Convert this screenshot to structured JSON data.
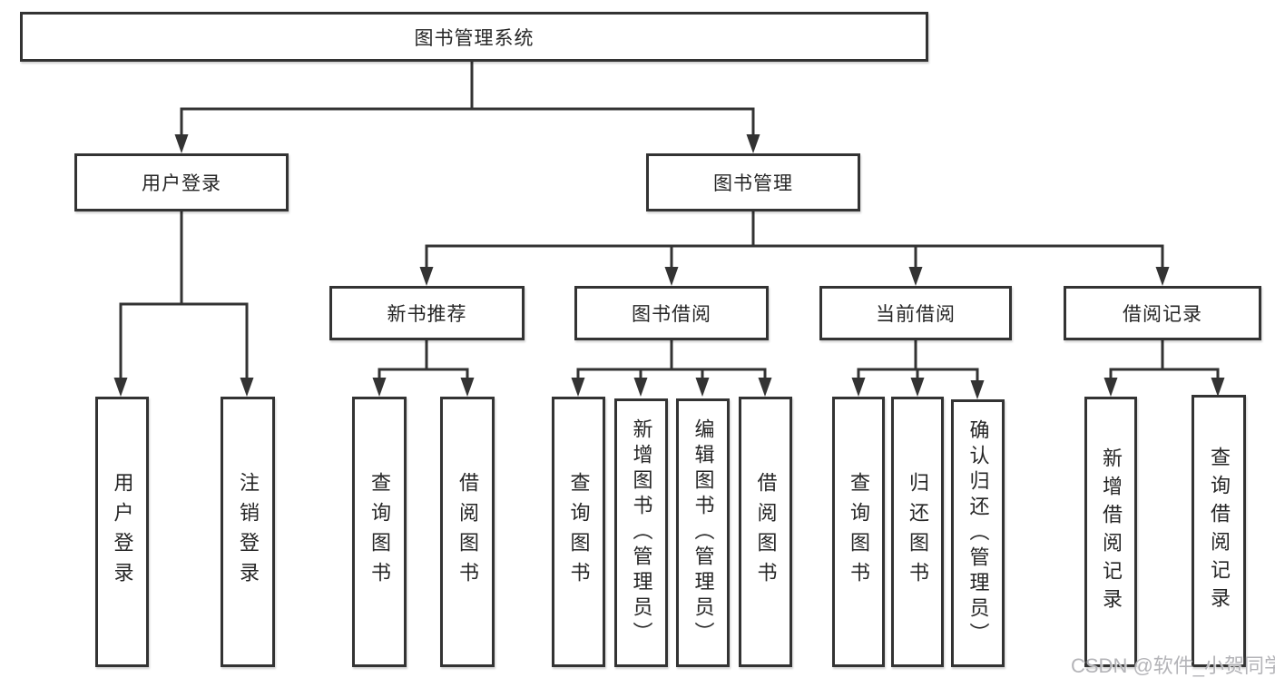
{
  "diagram": {
    "root": {
      "label": "图书管理系统"
    },
    "level2": [
      {
        "id": "user-login",
        "label": "用户登录"
      },
      {
        "id": "book-management",
        "label": "图书管理"
      }
    ],
    "level3": [
      {
        "id": "new-book-recommend",
        "label": "新书推荐",
        "parent": "图书管理"
      },
      {
        "id": "book-borrow",
        "label": "图书借阅",
        "parent": "图书管理"
      },
      {
        "id": "current-borrow",
        "label": "当前借阅",
        "parent": "图书管理"
      },
      {
        "id": "borrow-records",
        "label": "借阅记录",
        "parent": "图书管理"
      }
    ],
    "leaves": [
      {
        "label": "用户登录",
        "parent": "用户登录"
      },
      {
        "label": "注销登录",
        "parent": "用户登录"
      },
      {
        "label": "查询图书",
        "parent": "新书推荐"
      },
      {
        "label": "借阅图书",
        "parent": "新书推荐"
      },
      {
        "label": "查询图书",
        "parent": "图书借阅"
      },
      {
        "label": "新增图书（管理员）",
        "parent": "图书借阅"
      },
      {
        "label": "编辑图书（管理员）",
        "parent": "图书借阅"
      },
      {
        "label": "借阅图书",
        "parent": "图书借阅"
      },
      {
        "label": "查询图书",
        "parent": "当前借阅"
      },
      {
        "label": "归还图书",
        "parent": "当前借阅"
      },
      {
        "label": "确认归还（管理员）",
        "parent": "当前借阅"
      },
      {
        "label": "新增借阅记录",
        "parent": "借阅记录"
      },
      {
        "label": "查询借阅记录",
        "parent": "借阅记录"
      }
    ],
    "watermark": "CSDN @软件_小贺同学",
    "colors": {
      "line": "#333333",
      "text": "#262626",
      "background": "#ffffff",
      "watermark": "#b4b4b8"
    }
  }
}
